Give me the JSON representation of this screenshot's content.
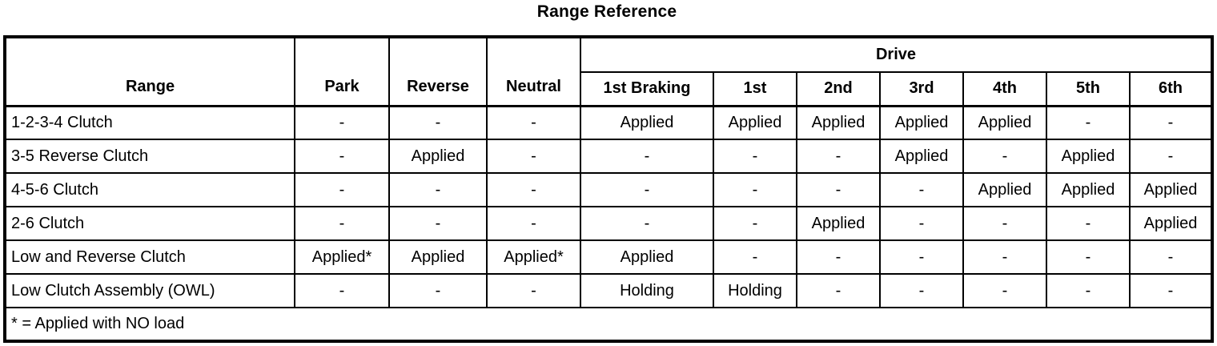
{
  "title": "Range Reference",
  "table": {
    "header": {
      "range": "Range",
      "park": "Park",
      "reverse": "Reverse",
      "neutral": "Neutral",
      "drive": "Drive",
      "drive_columns": [
        "1st Braking",
        "1st",
        "2nd",
        "3rd",
        "4th",
        "5th",
        "6th"
      ]
    },
    "rows": [
      [
        "1-2-3-4 Clutch",
        "-",
        "-",
        "-",
        "Applied",
        "Applied",
        "Applied",
        "Applied",
        "Applied",
        "-",
        "-"
      ],
      [
        "3-5 Reverse Clutch",
        "-",
        "Applied",
        "-",
        "-",
        "-",
        "-",
        "Applied",
        "-",
        "Applied",
        "-"
      ],
      [
        "4-5-6 Clutch",
        "-",
        "-",
        "-",
        "-",
        "-",
        "-",
        "-",
        "Applied",
        "Applied",
        "Applied"
      ],
      [
        "2-6 Clutch",
        "-",
        "-",
        "-",
        "-",
        "-",
        "Applied",
        "-",
        "-",
        "-",
        "Applied"
      ],
      [
        "Low and Reverse Clutch",
        "Applied*",
        "Applied",
        "Applied*",
        "Applied",
        "-",
        "-",
        "-",
        "-",
        "-",
        "-"
      ],
      [
        "Low Clutch Assembly (OWL)",
        "-",
        "-",
        "-",
        "Holding",
        "Holding",
        "-",
        "-",
        "-",
        "-",
        "-"
      ]
    ],
    "footnote": "* = Applied with NO load"
  },
  "colors": {
    "border": "#000000",
    "text": "#000000",
    "background": "#ffffff"
  }
}
